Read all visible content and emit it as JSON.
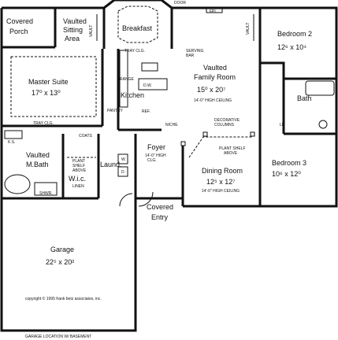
{
  "rooms": {
    "covered_porch": {
      "line1": "Covered",
      "line2": "Porch"
    },
    "vaulted_sitting": {
      "line1": "Vaulted",
      "line2": "Sitting",
      "line3": "Area"
    },
    "vault_label_left": "VAULT",
    "breakfast": "Breakfast",
    "door": "DOOR",
    "fpl": "FPL.",
    "vault_label_right": "VAULT",
    "bedroom2": {
      "name": "Bedroom 2",
      "dims": "12⁶ x 10⁴"
    },
    "master_suite": {
      "name": "Master Suite",
      "dims": "17⁰ x 13⁰"
    },
    "tray_clg_master": "TRAY CLG.",
    "tray_clg_breakfast": "TRAY CLG.",
    "serving_bar": {
      "line1": "SERVING",
      "line2": "BAR"
    },
    "range": "RANGE",
    "dw": "D.W.",
    "kitchen": "Kitchen",
    "pantry": "PANTRY",
    "ref": "REF.",
    "family_room": {
      "line1": "Vaulted",
      "line2": "Family Room",
      "dims": "15⁰ x 20⁷",
      "ceiling": "14'-0\" HIGH CEILING"
    },
    "niche": "NICHE",
    "decorative_columns": {
      "line1": "DECORATIVE",
      "line2": "COLUMNS"
    },
    "bath": "Bath",
    "ln": "LN",
    "mbath": {
      "line1": "Vaulted",
      "line2": "M.Bath"
    },
    "ks": "K.S.",
    "coats": "COATS",
    "plant_shelf_left": {
      "line1": "PLANT",
      "line2": "SHELF",
      "line3": "ABOVE"
    },
    "wic": {
      "name": "W.i.c.",
      "sub": "LINEN"
    },
    "shwr": "SHWR.",
    "laund": "Laund.",
    "w": "W.",
    "d": "D.",
    "foyer": {
      "name": "Foyer",
      "ceiling1": "14'-0\" HIGH",
      "ceiling2": "CLG."
    },
    "plant_shelf_right": {
      "line1": "PLANT SHELF",
      "line2": "ABOVE"
    },
    "dining": {
      "name": "Dining Room",
      "dims": "12⁵ x 12⁷",
      "ceiling": "14'-0\" HIGH CEILING"
    },
    "bedroom3": {
      "name": "Bedroom 3",
      "dims": "10⁶ x 12⁰"
    },
    "covered_entry": {
      "line1": "Covered",
      "line2": "Entry"
    },
    "garage": {
      "name": "Garage",
      "dims": "22⁵ x 20²"
    }
  },
  "copyright": "copyright © 1995 frank betz associates, inc.",
  "garage_note": "GARAGE LOCATION W/ BASEMENT"
}
